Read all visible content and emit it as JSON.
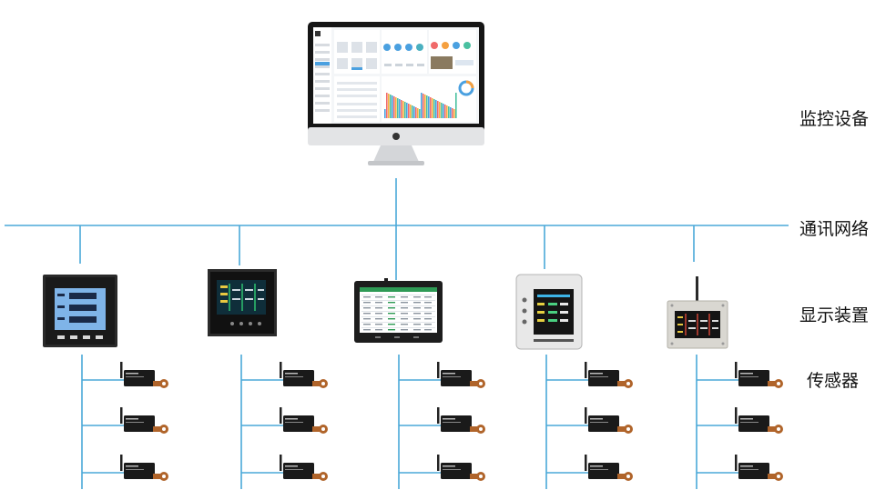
{
  "layers": {
    "monitor": "监控设备",
    "network": "通讯网络",
    "display": "显示装置",
    "sensor": "传感器"
  },
  "colors": {
    "network_line": "#4aa8d8",
    "device_body": "#1c1c1c",
    "screen_blue": "#7fb4e8",
    "sensor_body": "#1a1a1a",
    "sensor_lug": "#b0642a"
  },
  "displays": [
    {
      "id": "display-1",
      "kind": "lcd-meter"
    },
    {
      "id": "display-2",
      "kind": "touch-panel"
    },
    {
      "id": "display-3",
      "kind": "tablet"
    },
    {
      "id": "display-4",
      "kind": "panel-meter"
    },
    {
      "id": "display-5",
      "kind": "wireless-box"
    }
  ],
  "sensors_per_display": 3
}
